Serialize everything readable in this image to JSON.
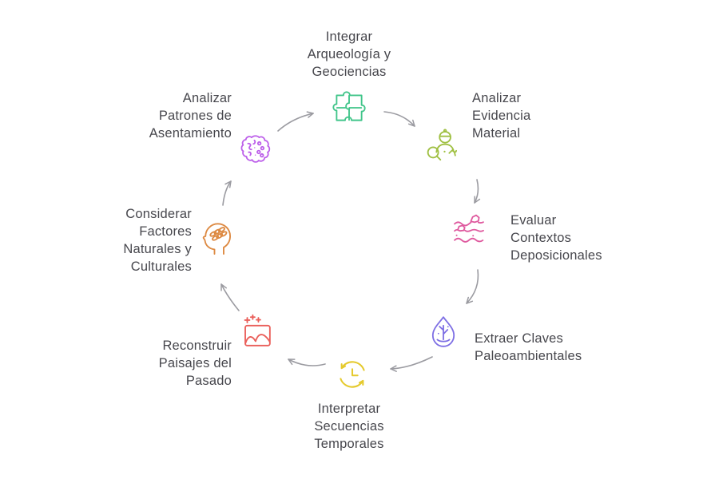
{
  "diagram": {
    "type": "cycle",
    "background_color": "#ffffff",
    "text_color": "#47474d",
    "arrow_color": "#9b9ba1",
    "nodes": [
      {
        "id": "integrar-arqueologia-geociencias",
        "label": "Integrar\nArqueología y\nGeociencias",
        "icon": "puzzle-icon",
        "color": "#41c58a",
        "position": "top"
      },
      {
        "id": "analizar-evidencia-material",
        "label": "Analizar\nEvidencia\nMaterial",
        "icon": "archaeologist-magnifier-icon",
        "color": "#a0c043",
        "position": "top-right"
      },
      {
        "id": "evaluar-contextos-deposicionales",
        "label": "Evaluar\nContextos\nDeposicionales",
        "icon": "sediment-layers-icon",
        "color": "#df5a9f",
        "position": "right"
      },
      {
        "id": "extraer-claves-paleoambientales",
        "label": "Extraer Claves\nPaleoambientales",
        "icon": "water-drop-plant-icon",
        "color": "#7d6ee4",
        "position": "bottom-right"
      },
      {
        "id": "interpretar-secuencias-temporales",
        "label": "Interpretar\nSecuencias\nTemporales",
        "icon": "clock-cycle-icon",
        "color": "#e5ca2e",
        "position": "bottom"
      },
      {
        "id": "reconstruir-paisajes-del-pasado",
        "label": "Reconstruir\nPaisajes del\nPasado",
        "icon": "landscape-image-sparkles-icon",
        "color": "#ea5f5a",
        "position": "bottom-left"
      },
      {
        "id": "considerar-factores-naturales-culturales",
        "label": "Considerar\nFactores\nNaturales y\nCulturales",
        "icon": "head-with-leaves-icon",
        "color": "#dd8a43",
        "position": "left"
      },
      {
        "id": "analizar-patrones-asentamiento",
        "label": "Analizar\nPatrones de\nAsentamiento",
        "icon": "settlement-pattern-icon",
        "color": "#bd60ea",
        "position": "top-left"
      }
    ],
    "cycle_order": [
      "integrar-arqueologia-geociencias",
      "analizar-evidencia-material",
      "evaluar-contextos-deposicionales",
      "extraer-claves-paleoambientales",
      "interpretar-secuencias-temporales",
      "reconstruir-paisajes-del-pasado",
      "considerar-factores-naturales-culturales",
      "analizar-patrones-asentamiento"
    ]
  }
}
